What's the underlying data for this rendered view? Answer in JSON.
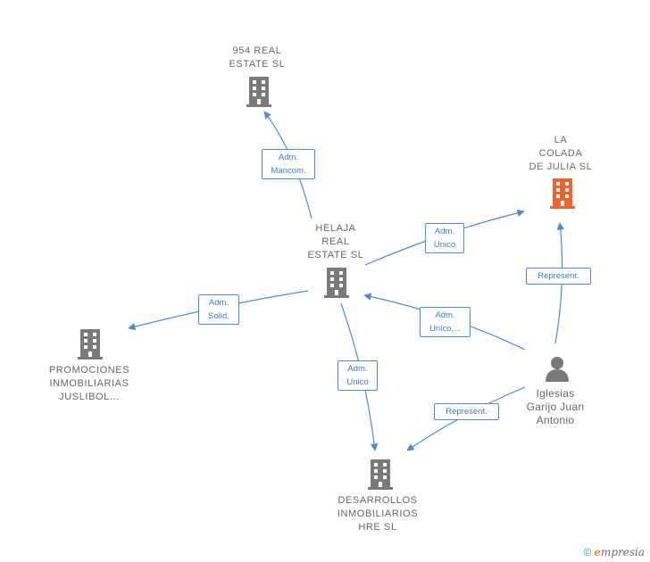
{
  "nodes": {
    "n954": {
      "lines": [
        "954 REAL",
        "ESTATE  SL"
      ]
    },
    "lacolada": {
      "lines": [
        "LA",
        "COLADA",
        "DE JULIA  SL"
      ]
    },
    "helaja": {
      "lines": [
        "HELAJA",
        "REAL",
        "ESTATE  SL"
      ]
    },
    "promociones": {
      "lines": [
        "PROMOCIONES",
        "INMOBILIARIAS",
        "JUSLIBOL..."
      ]
    },
    "iglesias": {
      "lines": [
        "Iglesias",
        "Garijo Juan",
        "Antonio"
      ]
    },
    "desarrollos": {
      "lines": [
        "DESARROLLOS",
        "INMOBILIARIOS",
        "HRE  SL"
      ]
    }
  },
  "edges": {
    "helaja_954": {
      "lines": [
        "Adm.",
        "Mancom."
      ]
    },
    "helaja_lacolada": {
      "lines": [
        "Adm.",
        "Unico"
      ]
    },
    "helaja_promociones": {
      "lines": [
        "Adm.",
        "Solid."
      ]
    },
    "iglesias_helaja": {
      "lines": [
        "Adm.",
        "Unico,..."
      ]
    },
    "iglesias_lacolada": {
      "lines": [
        "Represent."
      ]
    },
    "helaja_desarrollos": {
      "lines": [
        "Adm.",
        "Unico"
      ]
    },
    "iglesias_desarrollos": {
      "lines": [
        "Represent."
      ]
    }
  },
  "icons": {
    "building": "building-icon",
    "person": "person-icon"
  },
  "colors": {
    "building": "#7a7a7a",
    "building_highlight": "#f0622e",
    "edge": "#4a8bd4",
    "label": "#666666"
  },
  "footer": {
    "copyright": "©",
    "brand_e": "e",
    "brand_rest": "mpresia"
  }
}
